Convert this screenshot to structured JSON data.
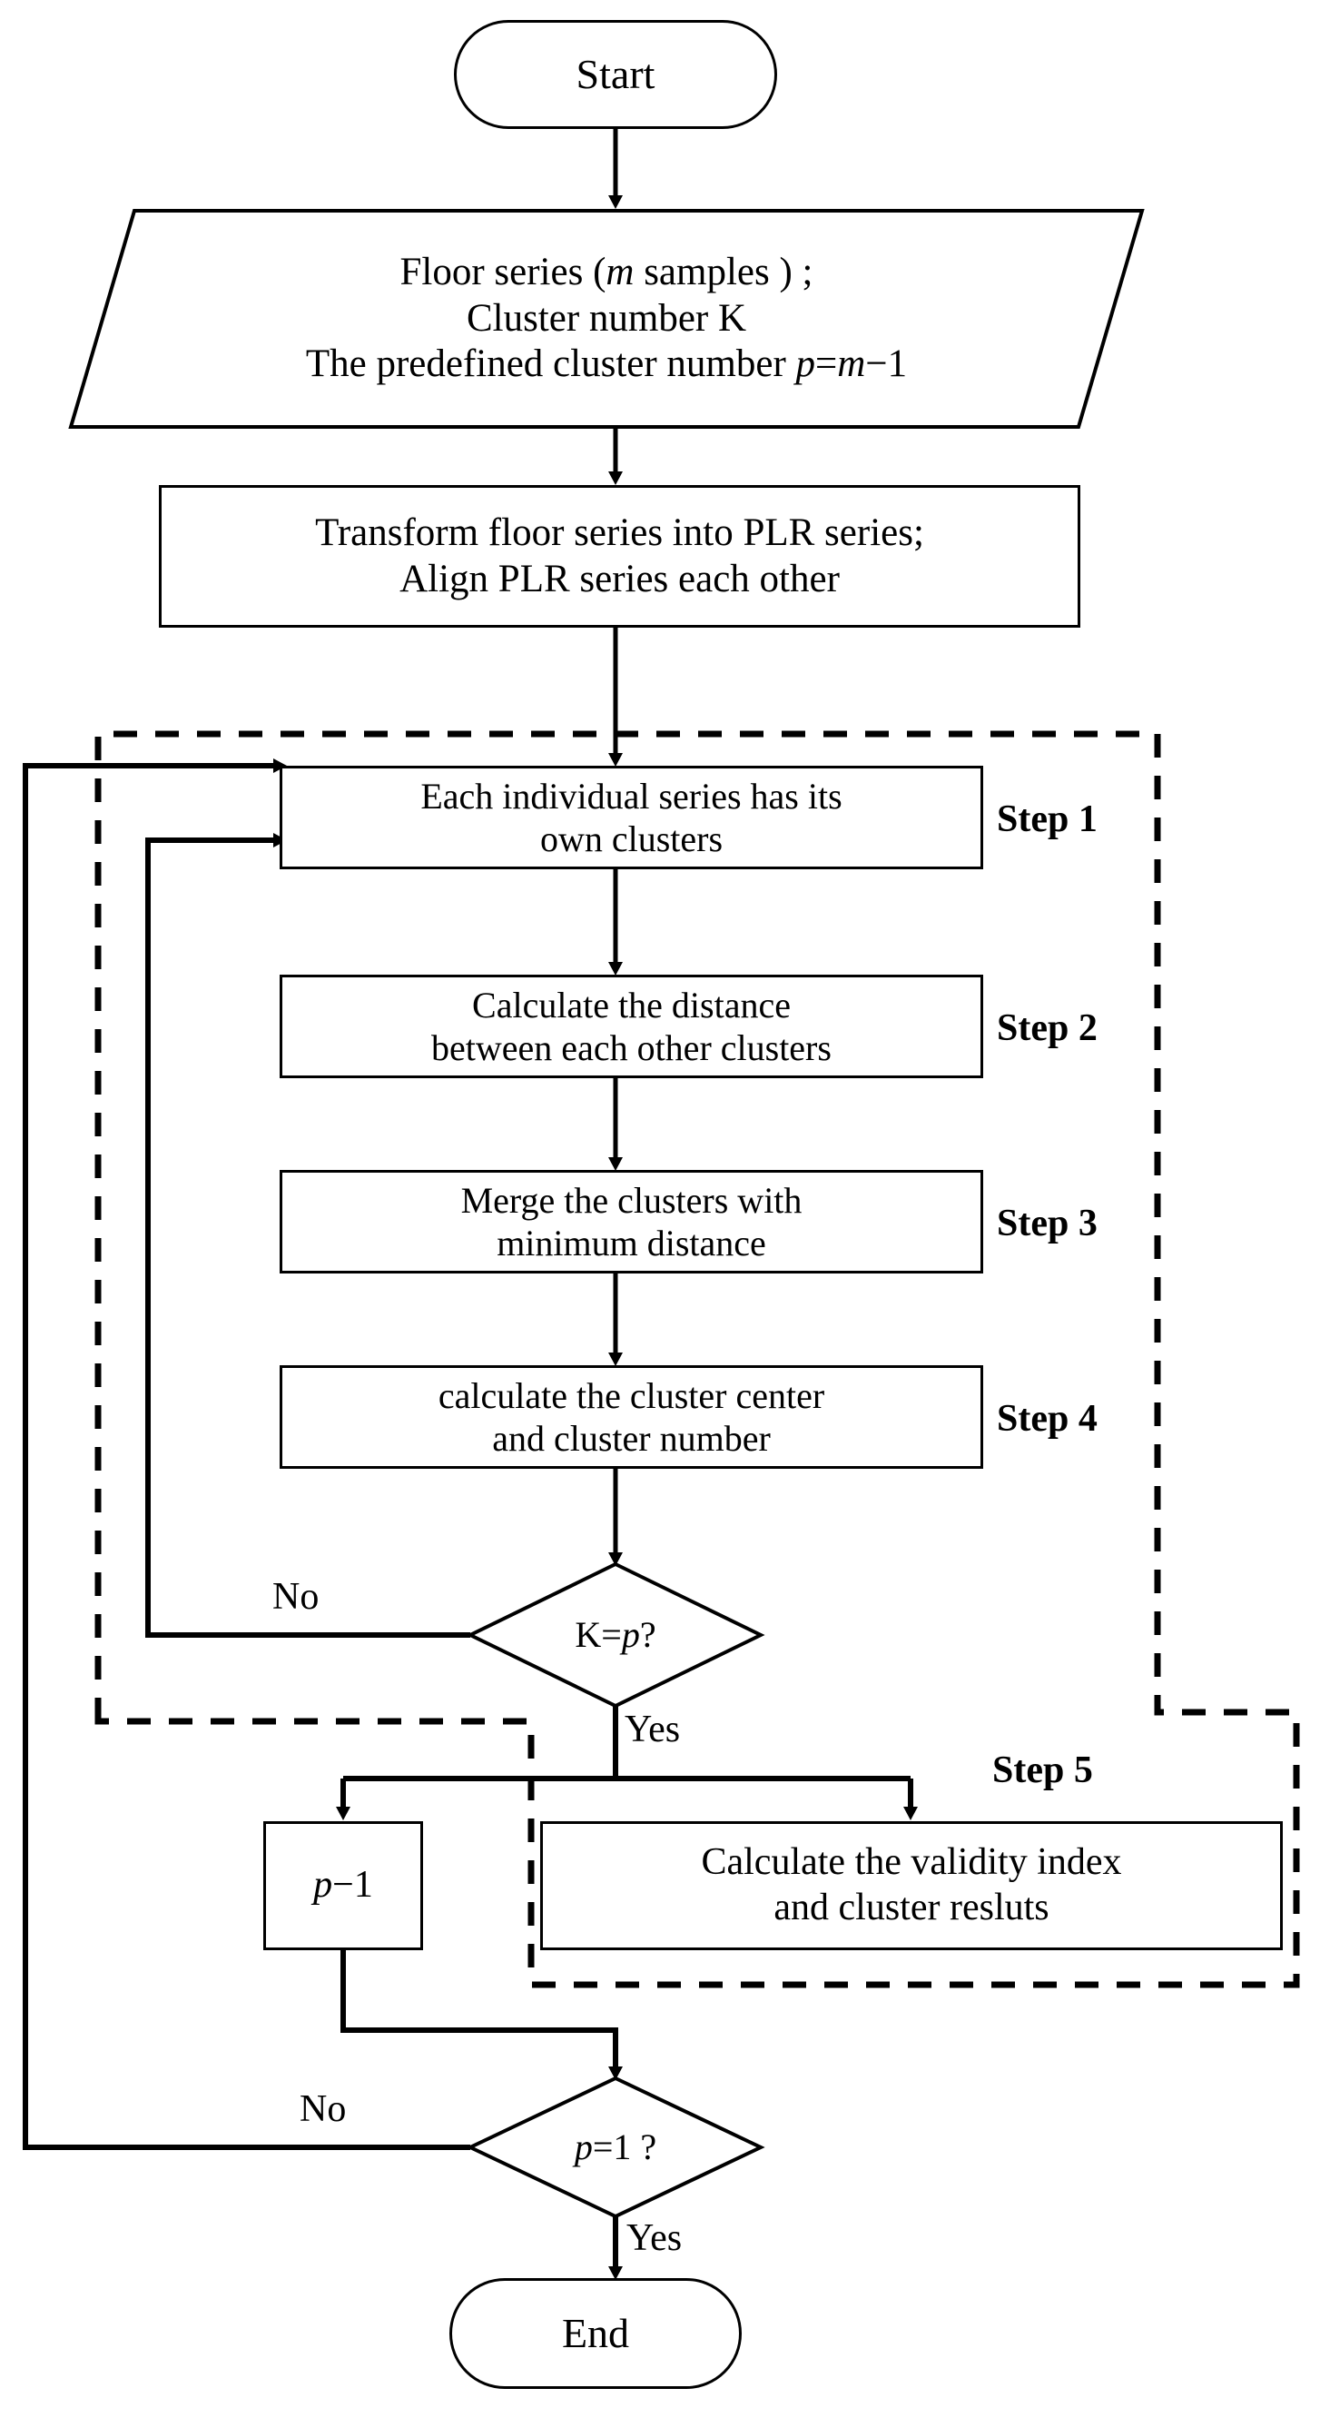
{
  "diagram": {
    "title": "Hierarchical clustering flowchart",
    "nodes": {
      "start": {
        "label": "Start",
        "shape": "stadium"
      },
      "input": {
        "line1_a": "Floor series (",
        "line1_m": "m",
        "line1_b": " samples ) ;",
        "line2": "Cluster number K",
        "line3_a": "The predefined cluster number ",
        "line3_p": "p",
        "line3_eq": "=",
        "line3_m": "m",
        "line3_b": "−1",
        "shape": "parallelogram"
      },
      "transform": {
        "line1": "Transform floor series into PLR series;",
        "line2": "Align PLR series each other",
        "shape": "process"
      },
      "step1_box": {
        "line1": "Each individual series has its",
        "line2": "own clusters",
        "shape": "process"
      },
      "step2_box": {
        "line1": "Calculate the distance",
        "line2": "between each other clusters",
        "shape": "process"
      },
      "step3_box": {
        "line1": "Merge the clusters with",
        "line2": "minimum distance",
        "shape": "process"
      },
      "step4_box": {
        "line1": "calculate the cluster center",
        "line2": "and cluster number",
        "shape": "process"
      },
      "decision_kp": {
        "text_k": "K",
        "text_eq": "=",
        "text_p": "p",
        "text_q": "?",
        "shape": "diamond"
      },
      "pminus1_box": {
        "text_p": "p",
        "text_rest": "−1",
        "shape": "process"
      },
      "validity_box": {
        "line1": "Calculate the validity index",
        "line2": "and cluster resluts",
        "shape": "process"
      },
      "decision_p1": {
        "text_p": "p",
        "text_rest": "=1 ?",
        "shape": "diamond"
      },
      "end": {
        "label": "End",
        "shape": "stadium"
      }
    },
    "step_labels": {
      "step1": "Step 1",
      "step2": "Step 2",
      "step3": "Step 3",
      "step4": "Step 4",
      "step5": "Step 5"
    },
    "edge_labels": {
      "kp_no": "No",
      "kp_yes": "Yes",
      "p1_no": "No",
      "p1_yes": "Yes"
    },
    "colors": {
      "stroke": "#000000",
      "fill": "#ffffff",
      "text": "#000000"
    }
  }
}
